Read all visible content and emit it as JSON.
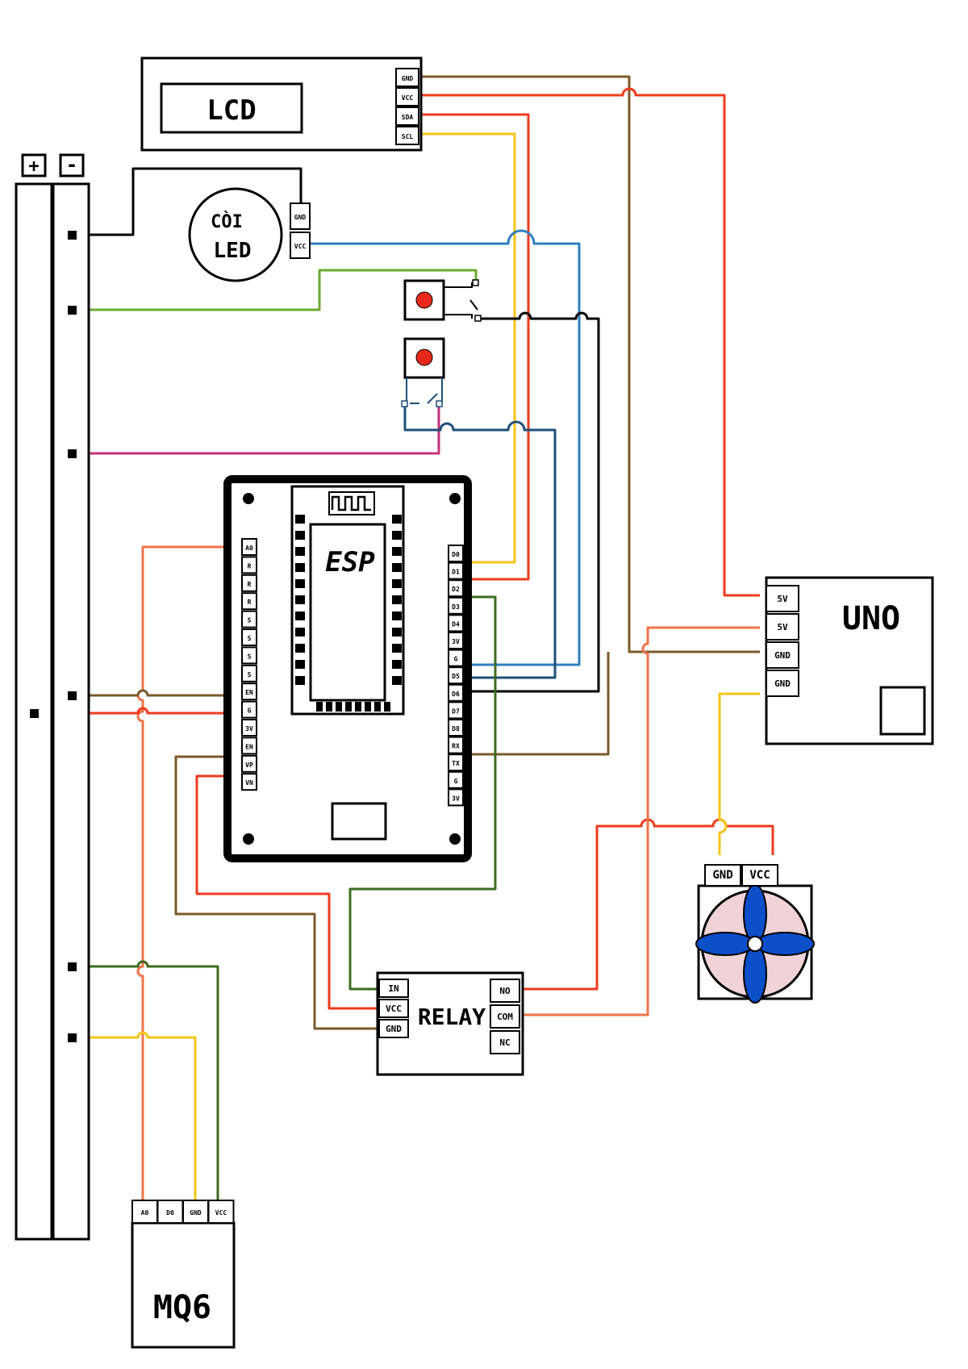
{
  "rails": {
    "plus_label": "+",
    "minus_label": "-"
  },
  "lcd": {
    "title": "LCD",
    "pins": [
      "GND",
      "VCC",
      "SDA",
      "SCL"
    ]
  },
  "buzzer": {
    "line1": "CÒI",
    "line2": "LED",
    "pins": [
      "GND",
      "VCC"
    ]
  },
  "esp": {
    "title": "ESP",
    "left_pins": [
      "A0",
      "R",
      "R",
      "R",
      "S",
      "S",
      "S",
      "S",
      "EN",
      "G",
      "3V",
      "EN",
      "VP",
      "VN"
    ],
    "right_pins": [
      "D0",
      "D1",
      "D2",
      "D3",
      "D4",
      "3V",
      "G",
      "D5",
      "D6",
      "D7",
      "D8",
      "RX",
      "TX",
      "G",
      "3V"
    ]
  },
  "uno": {
    "title": "UNO",
    "pins": [
      "5V",
      "5V",
      "GND",
      "GND"
    ]
  },
  "fan": {
    "pins": [
      "GND",
      "VCC"
    ]
  },
  "relay": {
    "title": "RELAY",
    "left_pins": [
      "IN",
      "VCC",
      "GND"
    ],
    "right_pins": [
      "NO",
      "COM",
      "NC"
    ]
  },
  "mq6": {
    "title": "MQ6",
    "pins": [
      "A0",
      "D0",
      "GND",
      "VCC"
    ]
  },
  "colors": {
    "brown": "#7b5a2a",
    "red": "#ef3b1e",
    "orange": "#f2734a",
    "yellow": "#f5c518",
    "blue": "#2f7fc0",
    "navy": "#1f4f7a",
    "green": "#6aaa32",
    "dark_green": "#3d6b1f",
    "magenta": "#c4307a",
    "black": "#000000",
    "button_red": "#e8281c",
    "fan_bg": "#efd3d6",
    "fan_blade": "#0b4fc9"
  }
}
